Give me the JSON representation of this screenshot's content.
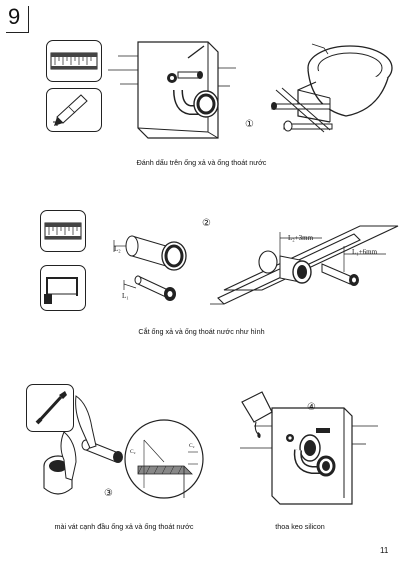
{
  "step": {
    "number": "9"
  },
  "page": {
    "number": "11"
  },
  "captions": {
    "mark": "Đánh dấu trên ống xả và ống thoát nước",
    "cut": "Cắt ống xả và ống thoát nước như hình",
    "bevel": "mài vát cạnh đầu ống xả và ống thoát nước",
    "silicone": "thoa keo silicon"
  },
  "markers": {
    "one": "①",
    "two": "②",
    "three": "③",
    "four": "④"
  },
  "dimensions": {
    "l1a": "L₁",
    "l2a": "L₂",
    "l2plus": "L₂+3mm",
    "l1plus": "L₁+6mm",
    "c2a": "C₂",
    "c2b": "C₂"
  },
  "icons": [
    "tape-measure-icon",
    "pencil-icon",
    "hacksaw-icon",
    "file-tool-icon",
    "silicone-bottle-icon"
  ]
}
